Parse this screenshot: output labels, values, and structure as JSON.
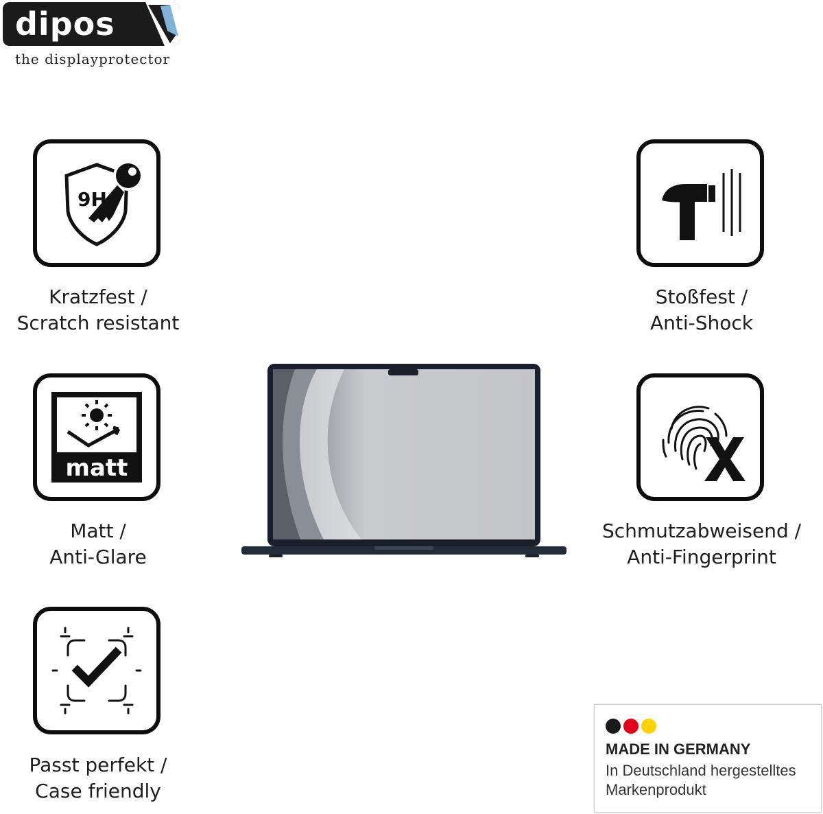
{
  "logo": {
    "brand": "dipos",
    "tagline": "the displayprotector"
  },
  "features": [
    {
      "id": "scratch",
      "icon": "shield-key-9h-icon",
      "badge_text": "9H",
      "line1": "Kratzfest /",
      "line2": "Scratch resistant"
    },
    {
      "id": "shock",
      "icon": "hammer-icon",
      "line1": "Stoßfest /",
      "line2": "Anti-Shock"
    },
    {
      "id": "matt",
      "icon": "matt-sun-icon",
      "badge_text": "matt",
      "line1": "Matt /",
      "line2": "Anti-Glare"
    },
    {
      "id": "fingerprint",
      "icon": "fingerprint-x-icon",
      "line1": "Schmutzabweisend /",
      "line2": "Anti-Fingerprint"
    },
    {
      "id": "case",
      "icon": "checkmark-frame-icon",
      "line1": "Passt perfekt /",
      "line2": "Case friendly"
    }
  ],
  "badge": {
    "colors": [
      "#1a1a1a",
      "#e3001b",
      "#ffd200"
    ],
    "title": "MADE IN GERMANY",
    "line1": "In Deutschland hergestelltes",
    "line2": "Markenprodukt"
  }
}
